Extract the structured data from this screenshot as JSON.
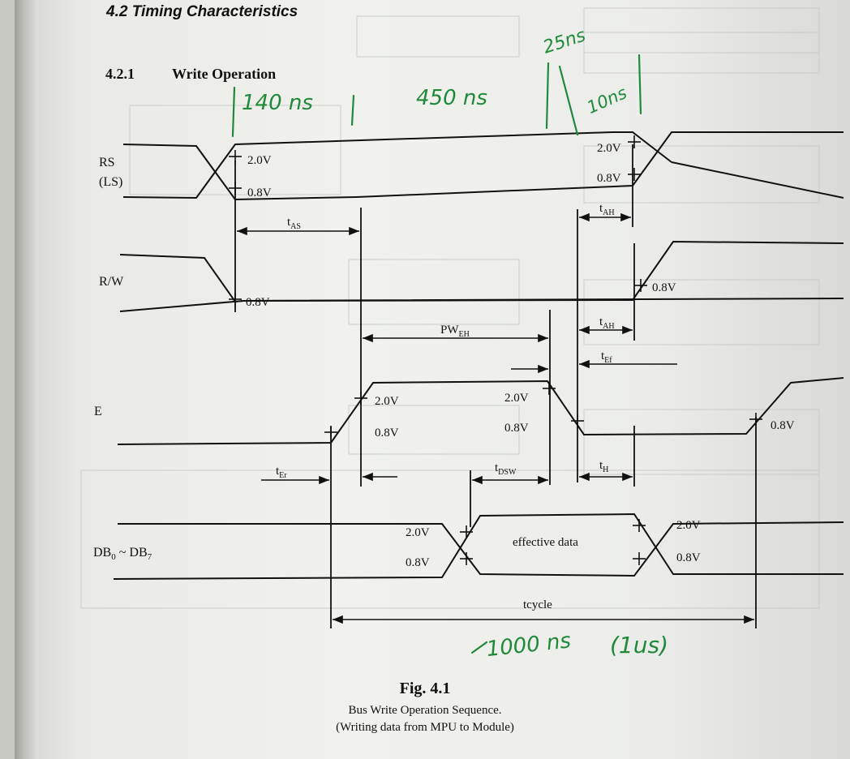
{
  "section_title": "4.2 Timing Characteristics",
  "subsection": {
    "number": "4.2.1",
    "title": "Write Operation"
  },
  "signals": {
    "rs": "RS",
    "rs_alt": "(LS)",
    "rw": "R/W",
    "e": "E",
    "db_main": "DB",
    "db_sub0": "0",
    "db_sep": " ~ DB",
    "db_sub7": "7"
  },
  "levels": {
    "high": "2.0V",
    "low": "0.8V"
  },
  "timing_labels": {
    "tas": {
      "main": "t",
      "sub": "AS"
    },
    "tah": {
      "main": "t",
      "sub": "AH"
    },
    "pweh": {
      "main": "PW",
      "sub": "EH"
    },
    "tef": {
      "main": "t",
      "sub": "Ef"
    },
    "ter": {
      "main": "t",
      "sub": "Er"
    },
    "tdsw": {
      "main": "t",
      "sub": "DSW"
    },
    "th": {
      "main": "t",
      "sub": "H"
    },
    "tcycle": "tcycle"
  },
  "data_label": "effective data",
  "handwritten": {
    "t140": "140 ns",
    "t450": "450 ns",
    "t25": "25ns",
    "t10": "10ns",
    "t1000": "1000 ns",
    "t1us": "(1us)"
  },
  "figure": {
    "number": "Fig. 4.1",
    "caption_line1": "Bus Write Operation Sequence.",
    "caption_line2": "(Writing data from MPU to Module)"
  }
}
